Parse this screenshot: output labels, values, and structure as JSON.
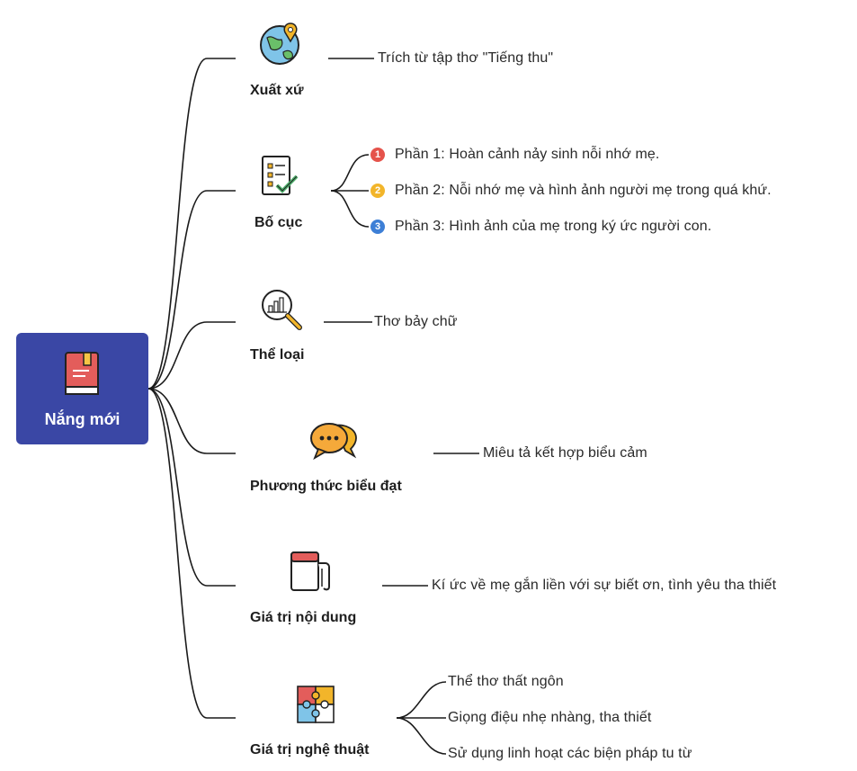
{
  "root": {
    "label": "Nắng mới",
    "icon": "book-icon"
  },
  "branches": [
    {
      "label": "Xuất xứ",
      "icon": "globe-pin-icon",
      "items": [
        "Trích từ tập thơ \"Tiếng thu\""
      ]
    },
    {
      "label": "Bố cục",
      "icon": "checklist-icon",
      "items": [
        "Phần 1: Hoàn cảnh nảy sinh nỗi nhớ mẹ.",
        "Phần 2: Nỗi nhớ mẹ và hình ảnh người mẹ trong quá khứ.",
        "Phần 3: Hình ảnh của mẹ trong ký ức người con."
      ],
      "markers": [
        {
          "text": "1",
          "color": "#e5534b"
        },
        {
          "text": "2",
          "color": "#f2b52a"
        },
        {
          "text": "3",
          "color": "#3d7fd6"
        }
      ]
    },
    {
      "label": "Thể loại",
      "icon": "magnifier-chart-icon",
      "items": [
        "Thơ bảy chữ"
      ]
    },
    {
      "label": "Phương thức biểu đạt",
      "icon": "speech-bubbles-icon",
      "items": [
        "Miêu tả kết hợp biểu cảm"
      ]
    },
    {
      "label": "Giá trị nội dung",
      "icon": "notebook-icon",
      "items": [
        "Kí ức về mẹ gắn liền với sự biết ơn, tình yêu tha thiết"
      ]
    },
    {
      "label": "Giá trị nghệ thuật",
      "icon": "puzzle-icon",
      "items": [
        "Thể thơ thất ngôn",
        "Giọng điệu nhẹ nhàng, tha thiết",
        "Sử dụng linh hoạt các biện pháp tu từ"
      ]
    }
  ],
  "colors": {
    "root_bg": "#3a47a5",
    "line": "#1a1a1a"
  }
}
